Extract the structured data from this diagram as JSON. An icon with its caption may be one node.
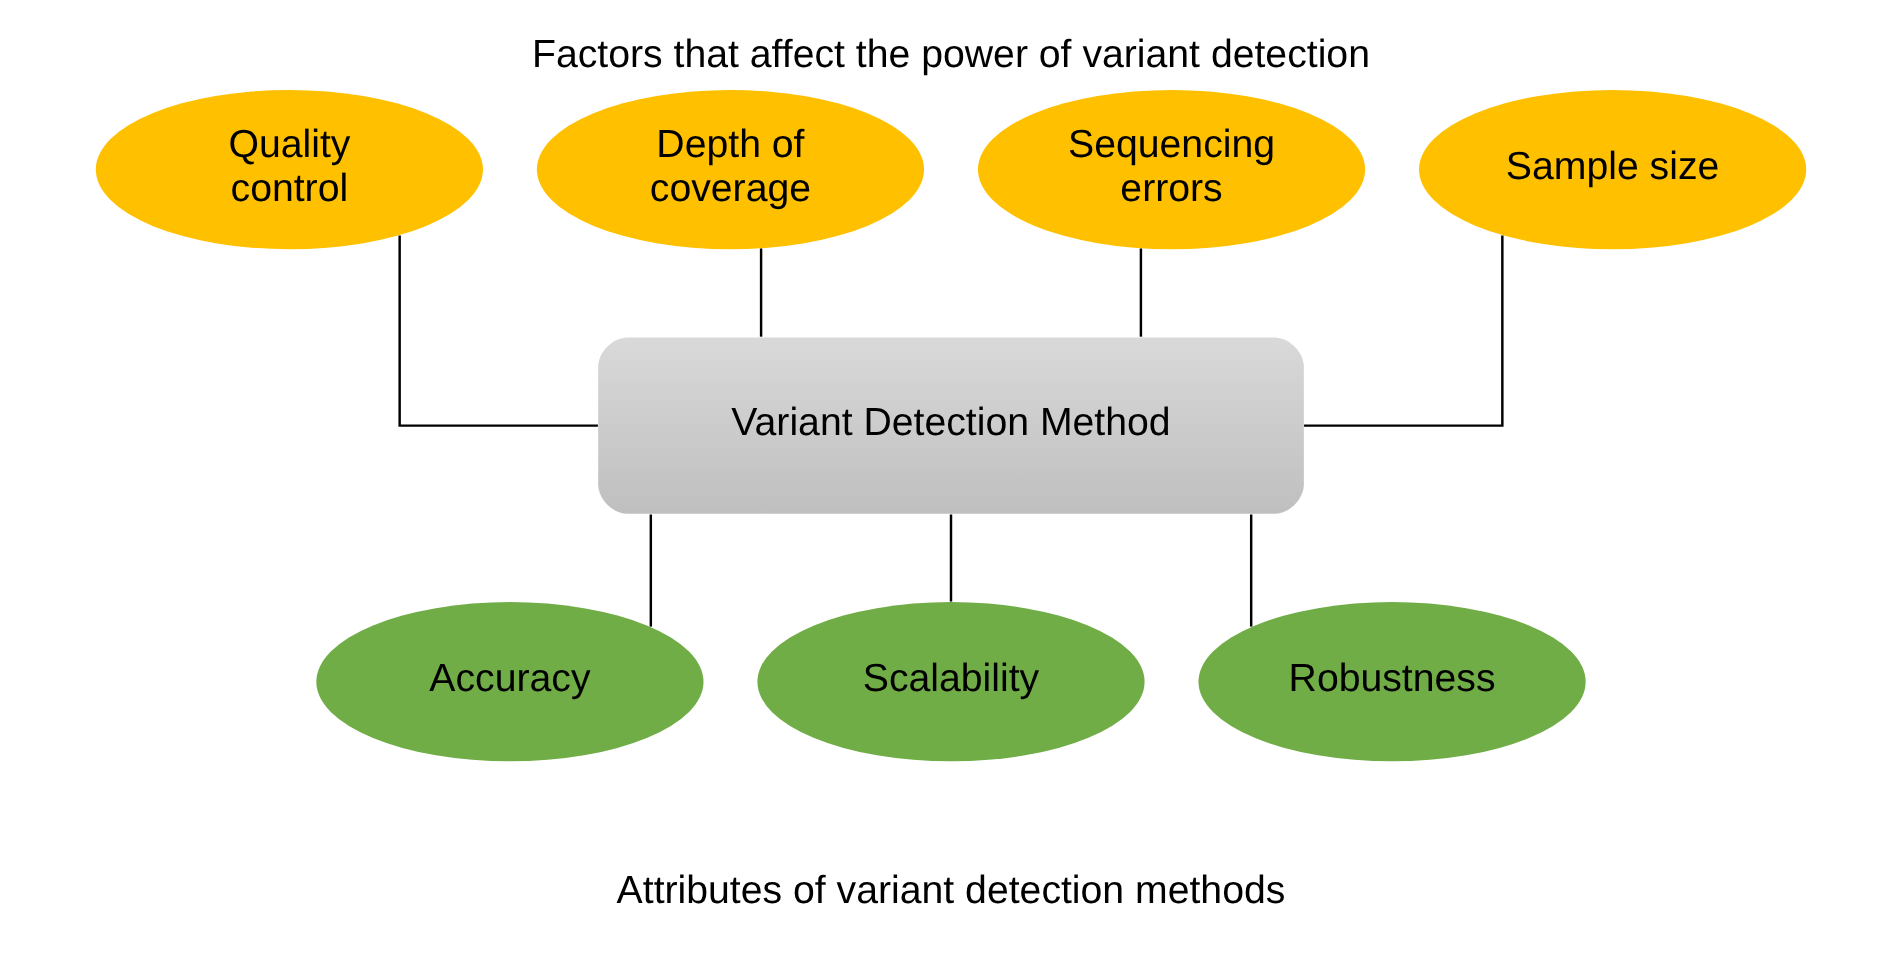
{
  "diagram": {
    "title": "Factors that affect the power of variant detection",
    "caption": "Attributes of variant detection methods",
    "nodes": [
      {
        "text": [
          "Quality control"
        ]
      },
      {
        "text": [
          "Depth of coverage"
        ]
      },
      {
        "text": [
          "Sequencing errors"
        ]
      },
      {
        "text": [
          "Sample size"
        ]
      },
      {
        "text": [
          "Variant Detection Method"
        ]
      },
      {
        "text": [
          "Accuracy"
        ]
      },
      {
        "text": [
          "Scalability"
        ]
      },
      {
        "text": [
          "Robustness"
        ]
      }
    ],
    "edges": [
      {
        "from": 0,
        "to": 4,
        "arrow": "none"
      },
      {
        "from": 1,
        "to": 4,
        "arrow": "none"
      },
      {
        "from": 2,
        "to": 4,
        "arrow": "none"
      },
      {
        "from": 3,
        "to": 4,
        "arrow": "none"
      },
      {
        "from": 4,
        "to": 5,
        "arrow": "none"
      },
      {
        "from": 4,
        "to": 6,
        "arrow": "none"
      },
      {
        "from": 4,
        "to": 7,
        "arrow": "none"
      }
    ]
  }
}
